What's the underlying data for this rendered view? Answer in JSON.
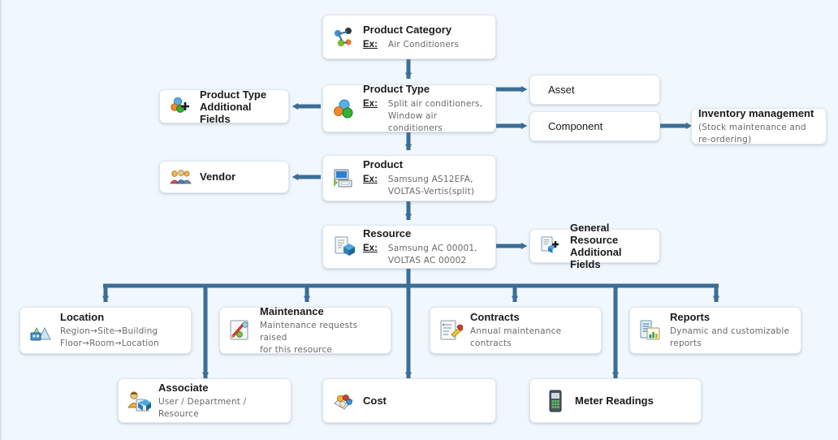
{
  "diagram": {
    "title": "Asset Management Product Hierarchy",
    "background_color": "#f0f7fd",
    "connector_color": "#3a6e96",
    "node_fill": "#ffffff"
  },
  "nodes": {
    "product_category": {
      "title": "Product Category",
      "ex_label": "Ex:",
      "ex_value": "Air Conditioners",
      "icon": "product-category-icon"
    },
    "product_type": {
      "title": "Product Type",
      "ex_label": "Ex:",
      "ex_value": "Split air conditioners,\nWindow air conditioners",
      "icon": "product-type-icon"
    },
    "product_type_additional_fields": {
      "title": "Product Type\nAdditional Fields",
      "icon": "product-type-plus-icon"
    },
    "asset": {
      "title": "Asset",
      "icon": "asset-icon"
    },
    "component": {
      "title": "Component",
      "icon": "component-icon"
    },
    "inventory_management": {
      "title": "Inventory management",
      "sub": "(Stock maintenance and\nre-ordering)",
      "icon": "inventory-icon"
    },
    "product": {
      "title": "Product",
      "ex_label": "Ex:",
      "ex_value": "Samsung AS12EFA,\nVOLTAS-Vertis(split)",
      "icon": "product-icon"
    },
    "vendor": {
      "title": "Vendor",
      "icon": "vendor-icon"
    },
    "resource": {
      "title": "Resource",
      "ex_label": "Ex:",
      "ex_value": "Samsung AC 00001,\nVOLTAS AC 00002",
      "icon": "resource-icon"
    },
    "general_resource_additional_fields": {
      "title": "General Resource\nAdditional Fields",
      "icon": "resource-plus-icon"
    },
    "location": {
      "title": "Location",
      "sub": "Region→Site→Building\nFloor→Room→Location",
      "icon": "location-icon"
    },
    "maintenance": {
      "title": "Maintenance",
      "sub": "Maintenance requests raised\nfor this resource",
      "icon": "maintenance-icon"
    },
    "contracts": {
      "title": "Contracts",
      "sub": "Annual maintenance contracts",
      "icon": "contracts-icon"
    },
    "reports": {
      "title": "Reports",
      "sub": "Dynamic and customizable\nreports",
      "icon": "reports-icon"
    },
    "associate": {
      "title": "Associate",
      "sub": "User / Department / Resource",
      "icon": "associate-icon"
    },
    "cost": {
      "title": "Cost",
      "icon": "cost-icon"
    },
    "meter_readings": {
      "title": "Meter Readings",
      "icon": "meter-readings-icon"
    }
  }
}
